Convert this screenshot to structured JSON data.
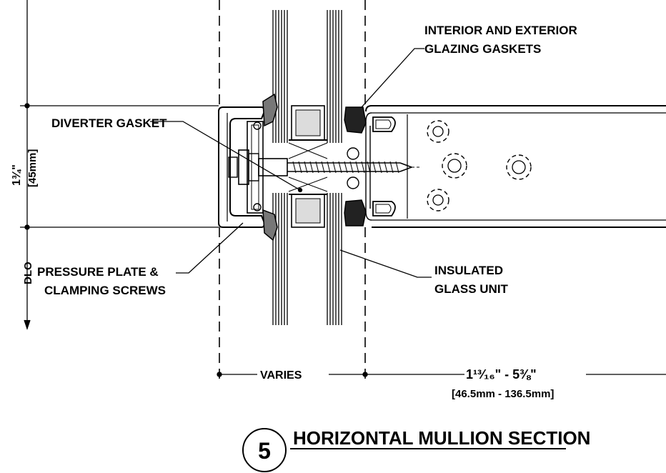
{
  "labels": {
    "gaskets_line1": "INTERIOR AND EXTERIOR",
    "gaskets_line2": "GLAZING GASKETS",
    "diverter": "DIVERTER GASKET",
    "pressure_line1": "PRESSURE PLATE &",
    "pressure_line2": "CLAMPING SCREWS",
    "igu_line1": "INSULATED",
    "igu_line2": "GLASS UNIT"
  },
  "dimensions": {
    "height_imperial": "1¾\"",
    "height_metric": "[45mm]",
    "dlo": "DLO",
    "varies": "VARIES",
    "depth_imperial": "1¹³⁄₁₆\" - 5⅜\"",
    "depth_metric": "[46.5mm - 136.5mm]"
  },
  "title": {
    "number": "5",
    "text": "HORIZONTAL MULLION SECTION"
  }
}
